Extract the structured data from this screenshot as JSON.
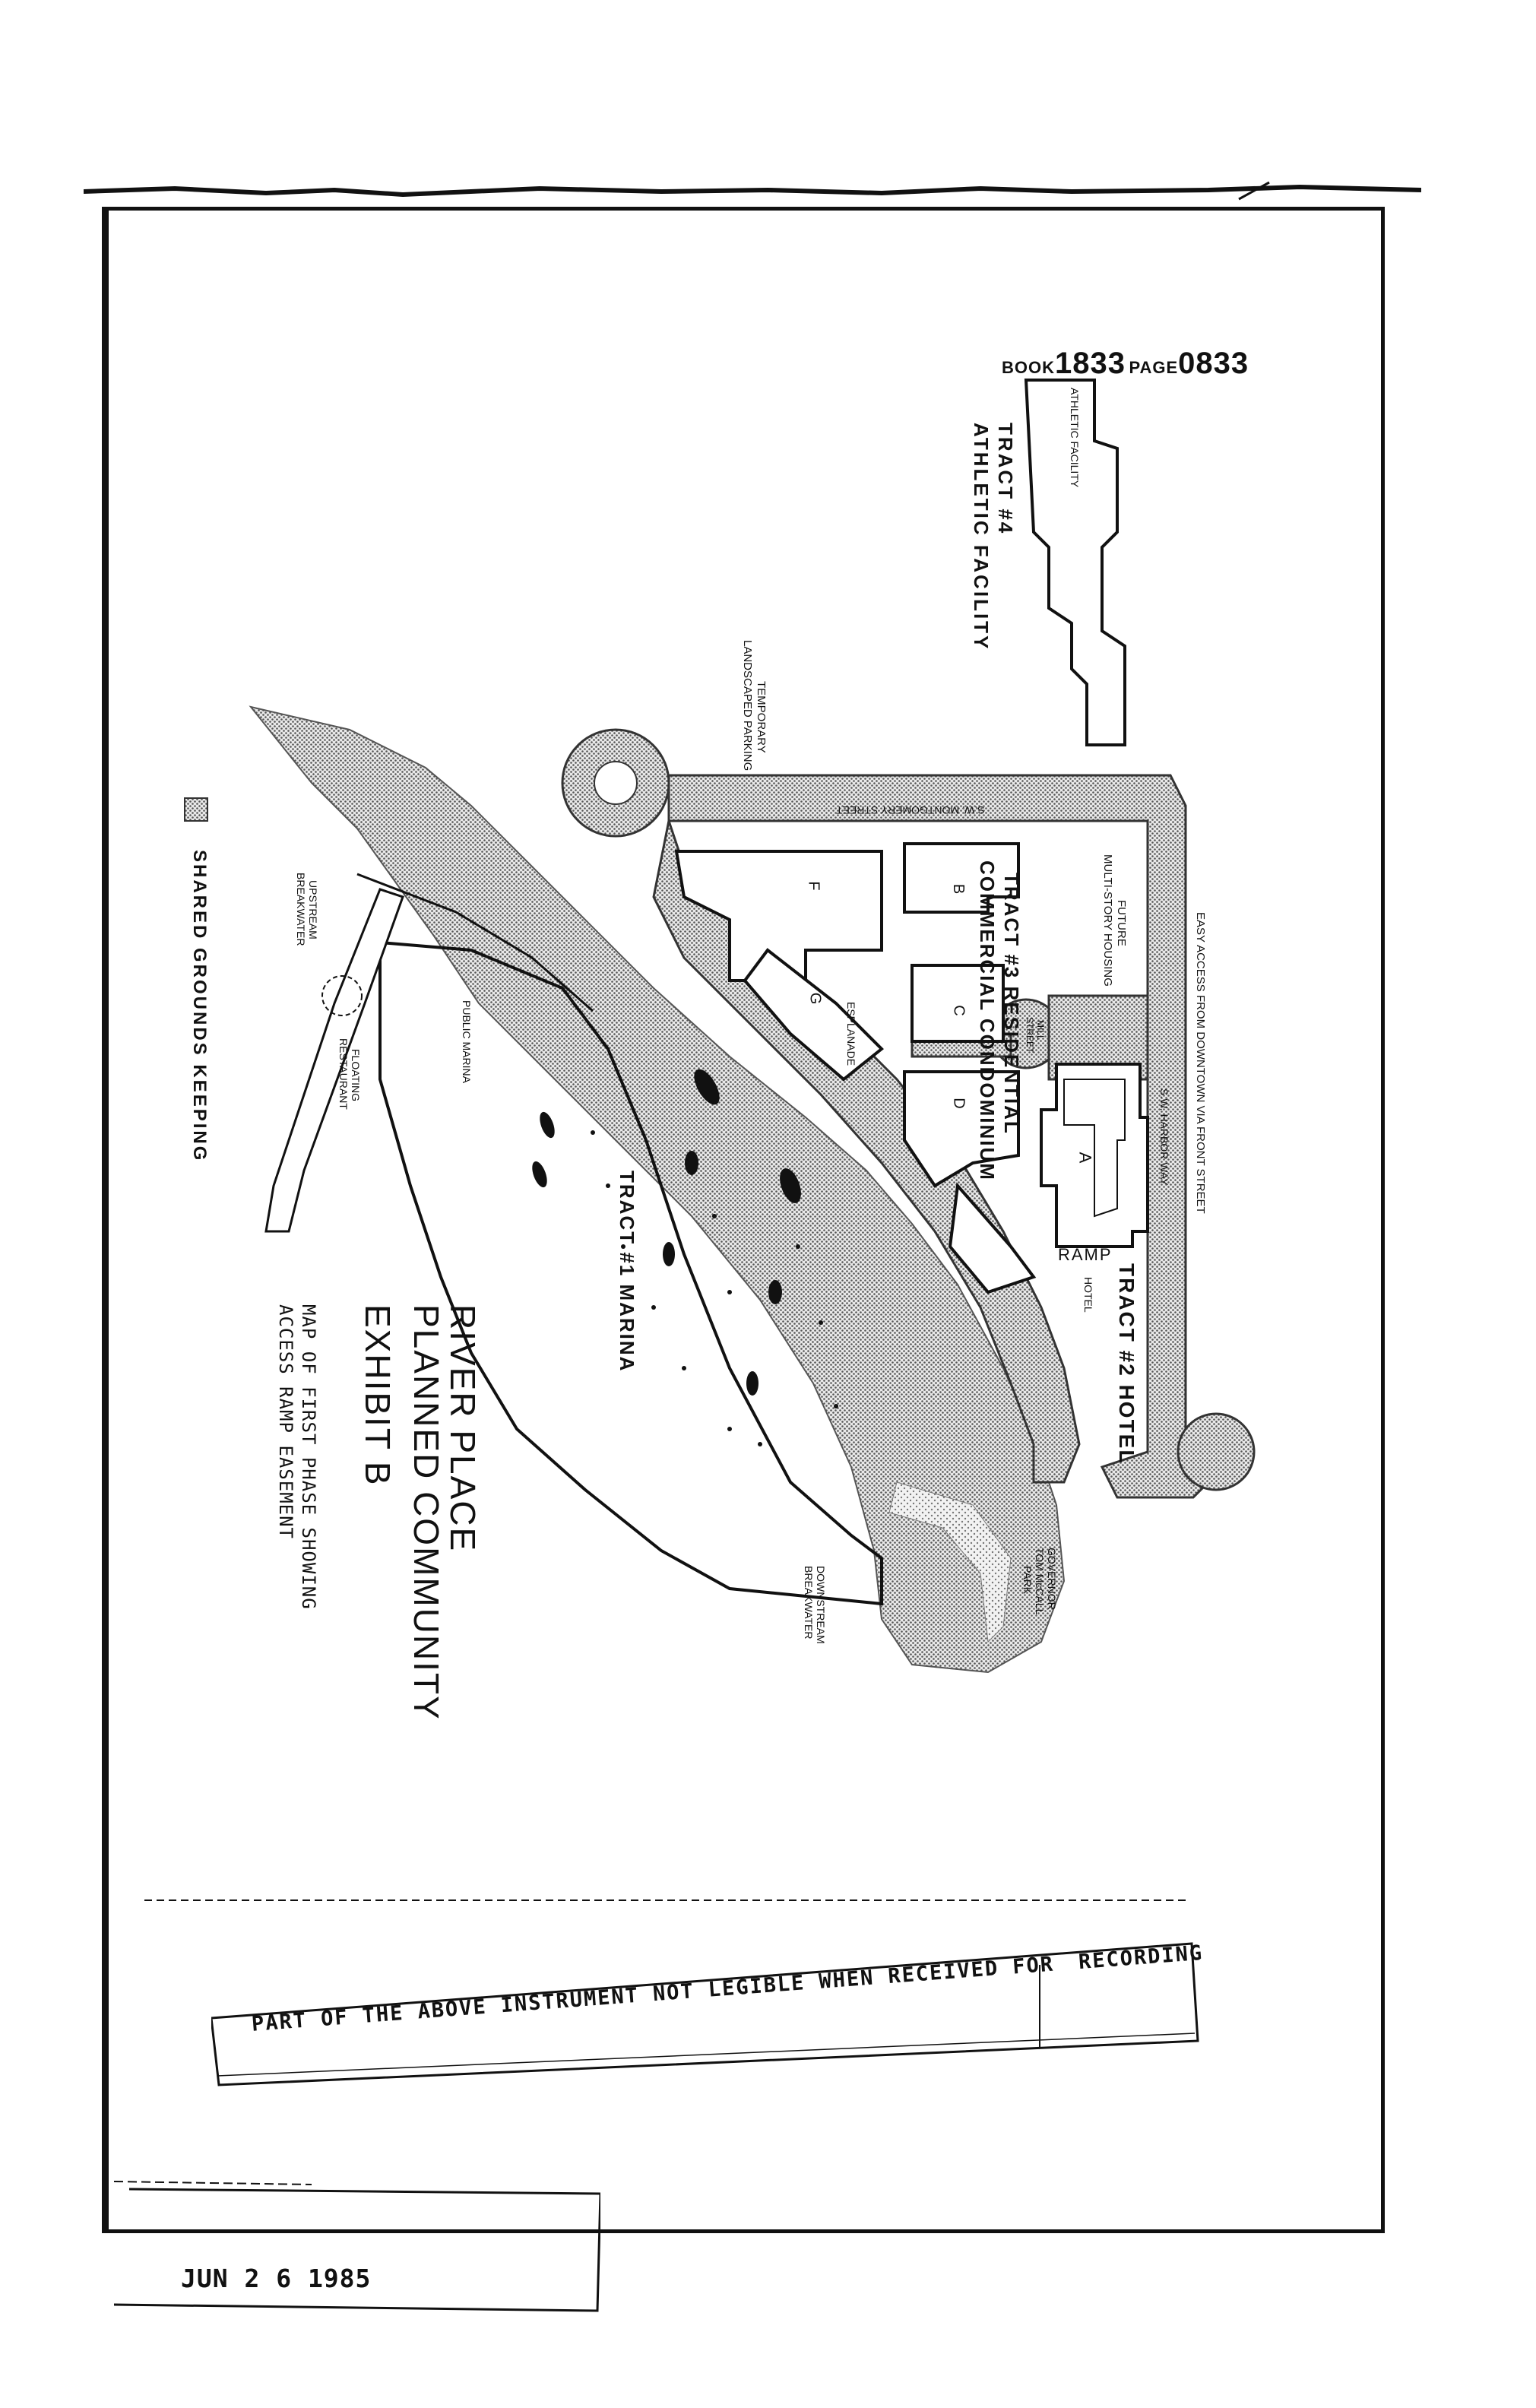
{
  "recording": {
    "book_label": "BOOK",
    "book_number": "1833",
    "page_label": "PAGE",
    "page_number": "0833"
  },
  "title": {
    "line1": "RIVER PLACE",
    "line2": "PLANNED COMMUNITY",
    "exhibit": "EXHIBIT B",
    "caption_line1": "MAP OF FIRST PHASE SHOWING",
    "caption_line2": "ACCESS RAMP EASEMENT"
  },
  "legend": {
    "label": "SHARED GROUNDS KEEPING"
  },
  "tracts": {
    "t1": "TRACT #1 MARINA",
    "t2": "TRACT #2 HOTEL",
    "t3_line1": "TRACT #3 RESIDENTIAL",
    "t3_line2": "COMMERCIAL CONDOMINIUM",
    "t4_line1": "TRACT #4",
    "t4_line2": "ATHLETIC FACILITY"
  },
  "labels": {
    "athletic_facility": "ATHLETIC FACILITY",
    "temp_parking_1": "TEMPORARY",
    "temp_parking_2": "LANDSCAPED PARKING",
    "montgomery": "S.W. MONTGOMERY STREET",
    "easy_access": "EASY ACCESS FROM DOWNTOWN VIA FRONT STREET",
    "future_1": "FUTURE",
    "future_2": "MULTI-STORY HOUSING",
    "mill_1": "MILL",
    "mill_2": "STREET",
    "harbor_way": "S.W. HARBOR WAY",
    "ramp": "RAMP",
    "hotel": "HOTEL",
    "esplanade": "ESPLANADE",
    "public_marina": "PUBLIC MARINA",
    "upstream_1": "UPSTREAM",
    "upstream_2": "BREAKWATER",
    "floating_1": "FLOATING",
    "floating_2": "RESTAURANT",
    "downstream_1": "DOWNSTREAM",
    "downstream_2": "BREAKWATER",
    "governor_1": "GOVERNOR",
    "governor_2": "TOM McCALL",
    "governor_3": "PARK",
    "bldg_a": "A",
    "bldg_b": "B",
    "bldg_c": "C",
    "bldg_d": "D",
    "bldg_f": "F",
    "bldg_g": "G"
  },
  "notice": {
    "text": "PART OF THE ABOVE INSTRUMENT NOT LEGIBLE WHEN RECEIVED FOR",
    "recording": "RECORDING"
  },
  "stamp": {
    "date": "JUN 2 6 1985"
  },
  "colors": {
    "ink": "#111111",
    "stipple": "#8a8a8a",
    "paper": "#ffffff"
  }
}
